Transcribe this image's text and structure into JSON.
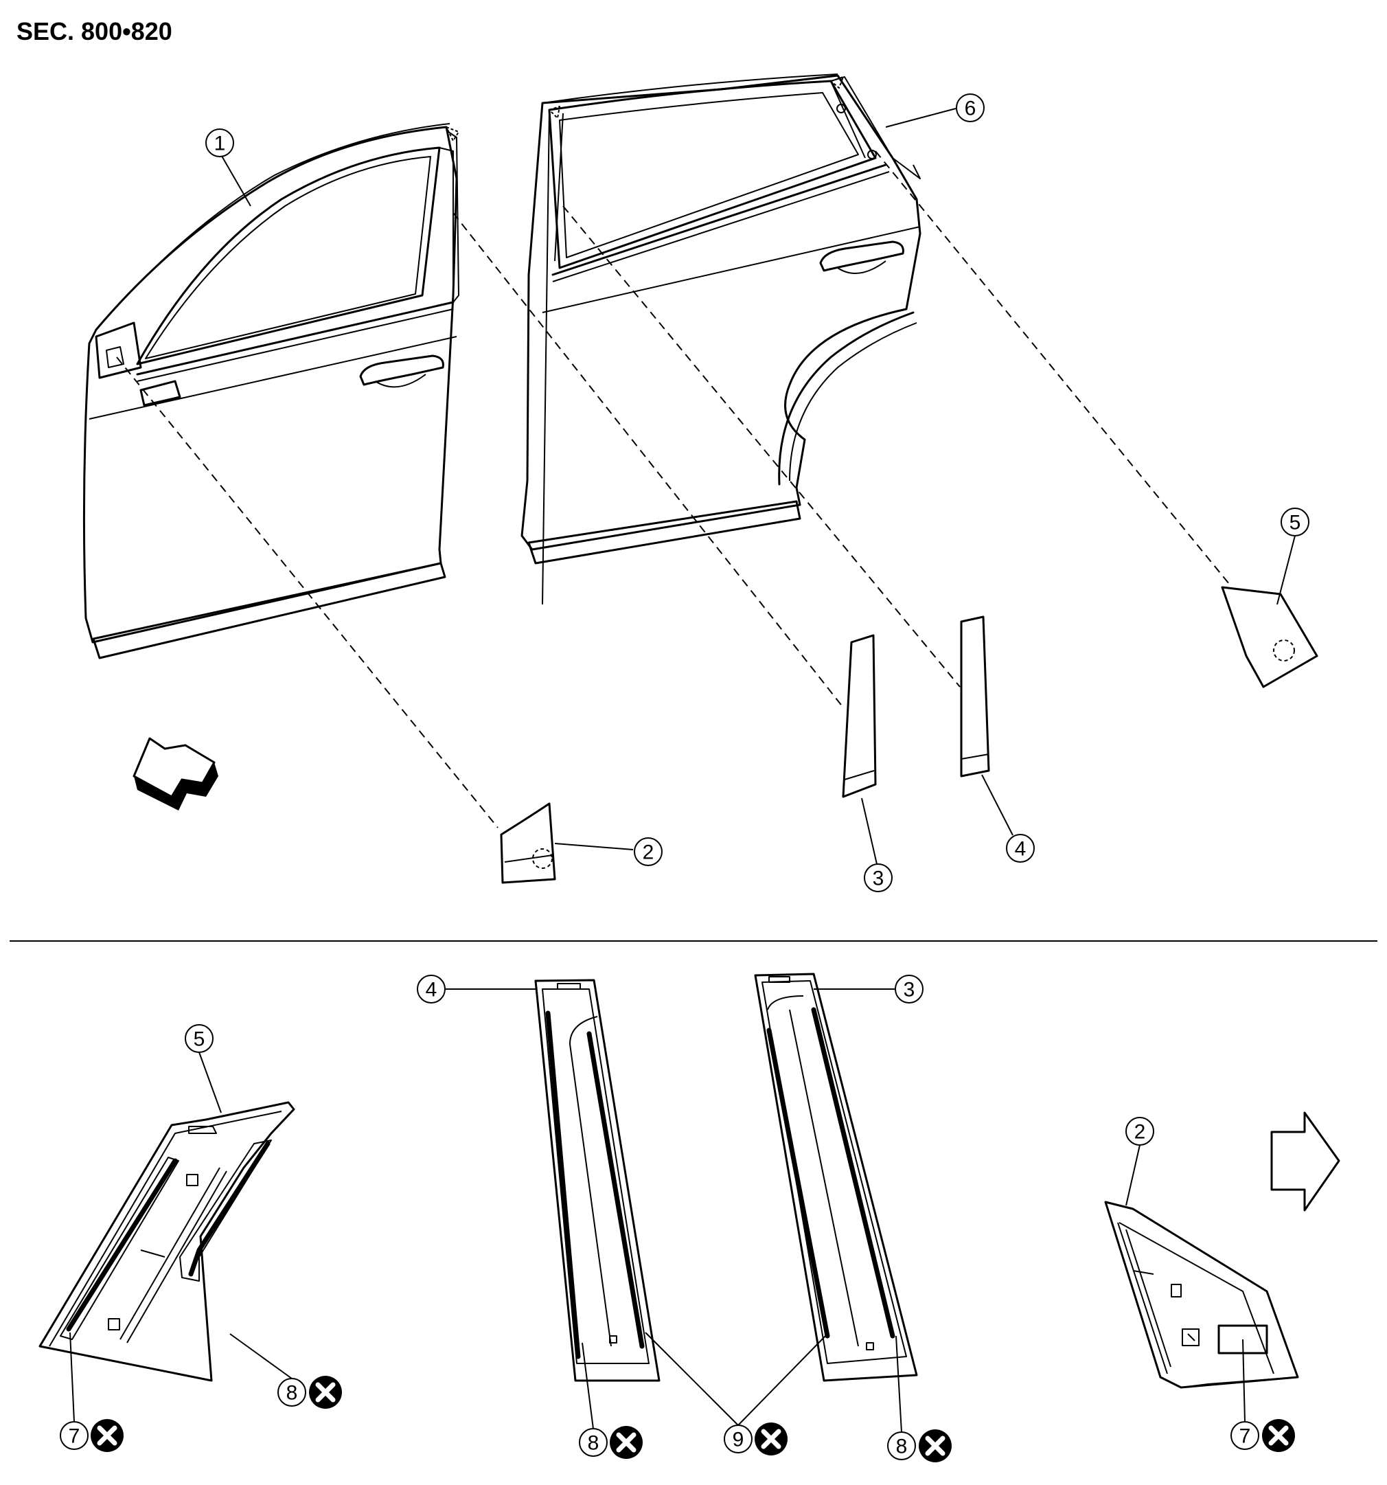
{
  "section_label": "SEC. 800•820",
  "callouts": {
    "c1": "1",
    "c2": "2",
    "c3": "3",
    "c4": "4",
    "c5": "5",
    "c6": "6",
    "b5": "5",
    "b4": "4",
    "b3": "3",
    "b2": "2",
    "b7a": "7",
    "b8a": "8",
    "b8b": "8",
    "b9": "9",
    "b8c": "8",
    "b7b": "7"
  },
  "icons": {
    "front_arrow": "front-direction-arrow-icon",
    "outboard_arrow": "outboard-direction-arrow-icon",
    "not_reusable": "not-reusable-x-icon"
  },
  "colors": {
    "line": "#000000",
    "background": "#ffffff"
  }
}
